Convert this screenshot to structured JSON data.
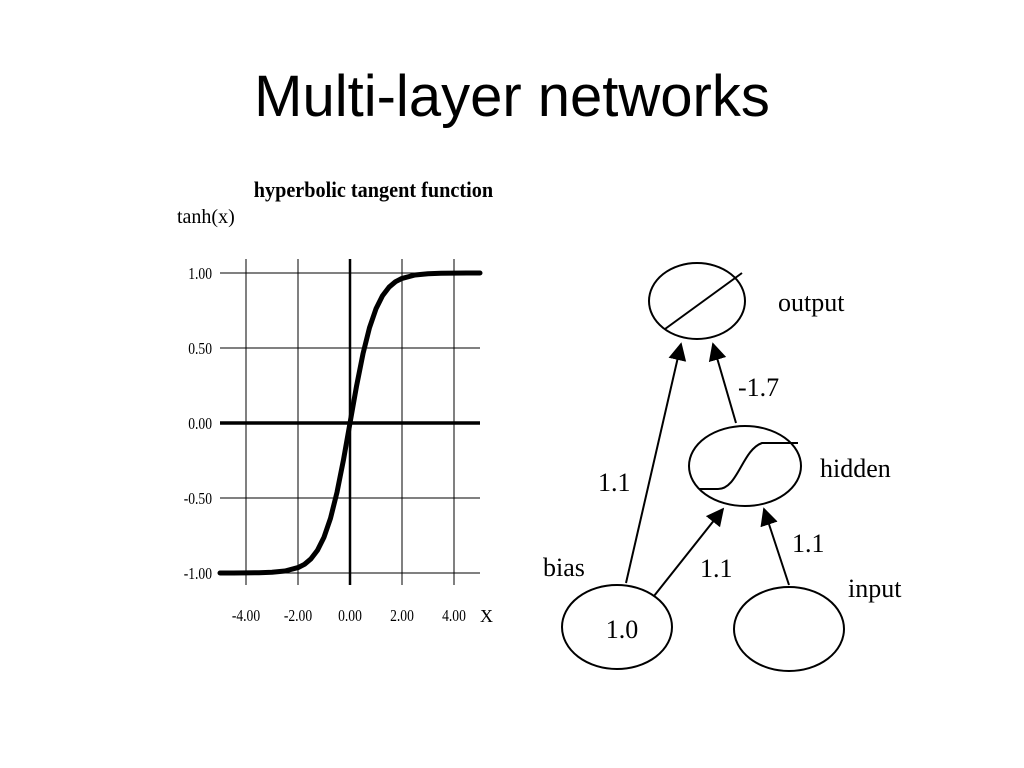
{
  "slide": {
    "title": "Multi-layer networks"
  },
  "chart_data": {
    "type": "line",
    "title": "hyperbolic tangent function",
    "ylabel": "tanh(x)",
    "xlabel": "X",
    "xlim": [
      -5,
      5
    ],
    "ylim": [
      -1,
      1
    ],
    "x_ticks": [
      -4,
      -2,
      0,
      2,
      4
    ],
    "x_tick_labels": [
      "-4.00",
      "-2.00",
      "0.00",
      "2.00",
      "4.00"
    ],
    "y_ticks": [
      1,
      0.5,
      0,
      -0.5,
      -1
    ],
    "y_tick_labels": [
      "1.00",
      "0.50",
      "0.00",
      "-0.50",
      "-1.00"
    ],
    "grid": true,
    "series": [
      {
        "x": [
          -5,
          -4.5,
          -4,
          -3.5,
          -3,
          -2.5,
          -2,
          -1.75,
          -1.5,
          -1.25,
          -1,
          -0.75,
          -0.5,
          -0.25,
          0,
          0.25,
          0.5,
          0.75,
          1,
          1.25,
          1.5,
          1.75,
          2,
          2.5,
          3,
          3.5,
          4,
          4.5,
          5
        ],
        "y": [
          -0.9999,
          -0.9998,
          -0.9993,
          -0.9982,
          -0.9951,
          -0.9866,
          -0.964,
          -0.9417,
          -0.9051,
          -0.8483,
          -0.7616,
          -0.6351,
          -0.4621,
          -0.2449,
          0,
          0.2449,
          0.4621,
          0.6351,
          0.7616,
          0.8483,
          0.9051,
          0.9417,
          0.964,
          0.9866,
          0.9951,
          0.9982,
          0.9993,
          0.9998,
          0.9999
        ]
      }
    ]
  },
  "network": {
    "nodes": {
      "output_label": "output",
      "hidden_label": "hidden",
      "input_label": "input",
      "bias_label": "bias",
      "bias_value": "1.0"
    },
    "weights": {
      "hidden_to_output": "-1.7",
      "bias_to_output": "1.1",
      "bias_to_hidden": "1.1",
      "input_to_hidden": "1.1"
    },
    "icons": {
      "output_unit": "linear-activation-icon",
      "hidden_unit": "sigmoid-activation-icon"
    }
  }
}
